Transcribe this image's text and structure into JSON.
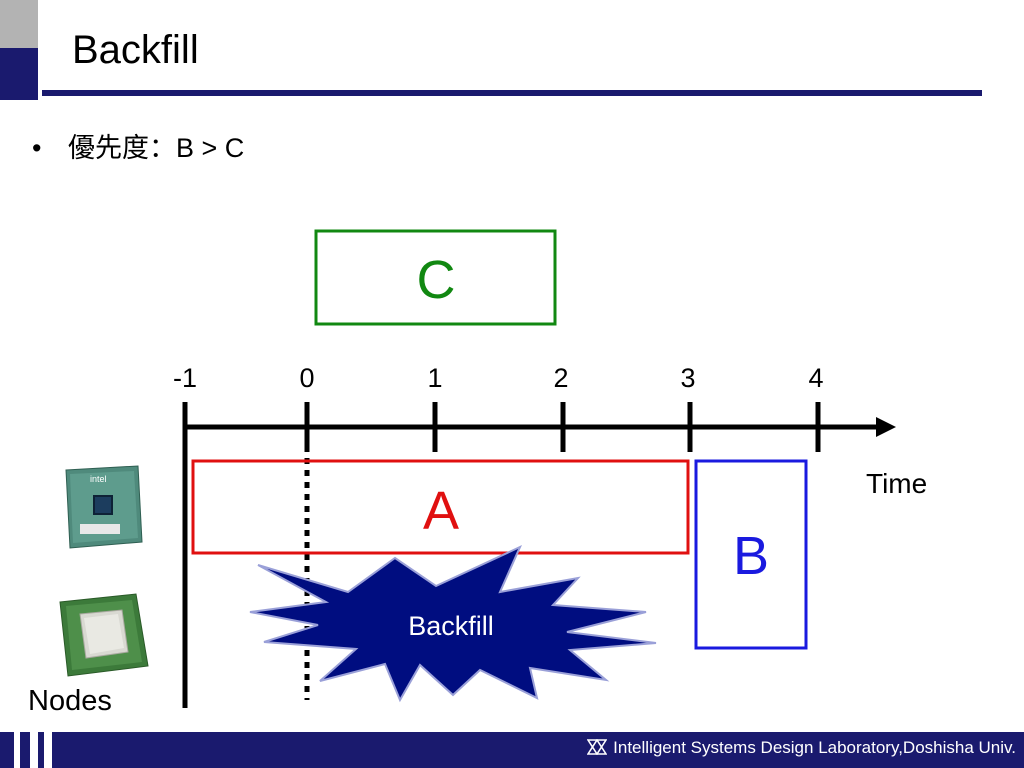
{
  "slide": {
    "title": "Backfill",
    "bullet": {
      "glyph": "•",
      "text": "優先度：B > C"
    }
  },
  "diagram": {
    "axis_ticks": [
      "-1",
      "0",
      "1",
      "2",
      "3",
      "4"
    ],
    "axis_label": "Time",
    "node_label": "Nodes",
    "jobs": {
      "a": {
        "label": "A",
        "color": "#e01010"
      },
      "b": {
        "label": "B",
        "color": "#1a1adf"
      },
      "c": {
        "label": "C",
        "color": "#118811"
      }
    },
    "backfill_label": "Backfill",
    "backfill_color": "#000d80"
  },
  "footer": {
    "text": "Intelligent Systems Design Laboratory,Doshisha Univ.",
    "logo_icon": "lab-logo-icon"
  },
  "colors": {
    "accent_navy": "#1a1a6e",
    "accent_gray": "#b3b3b3"
  }
}
